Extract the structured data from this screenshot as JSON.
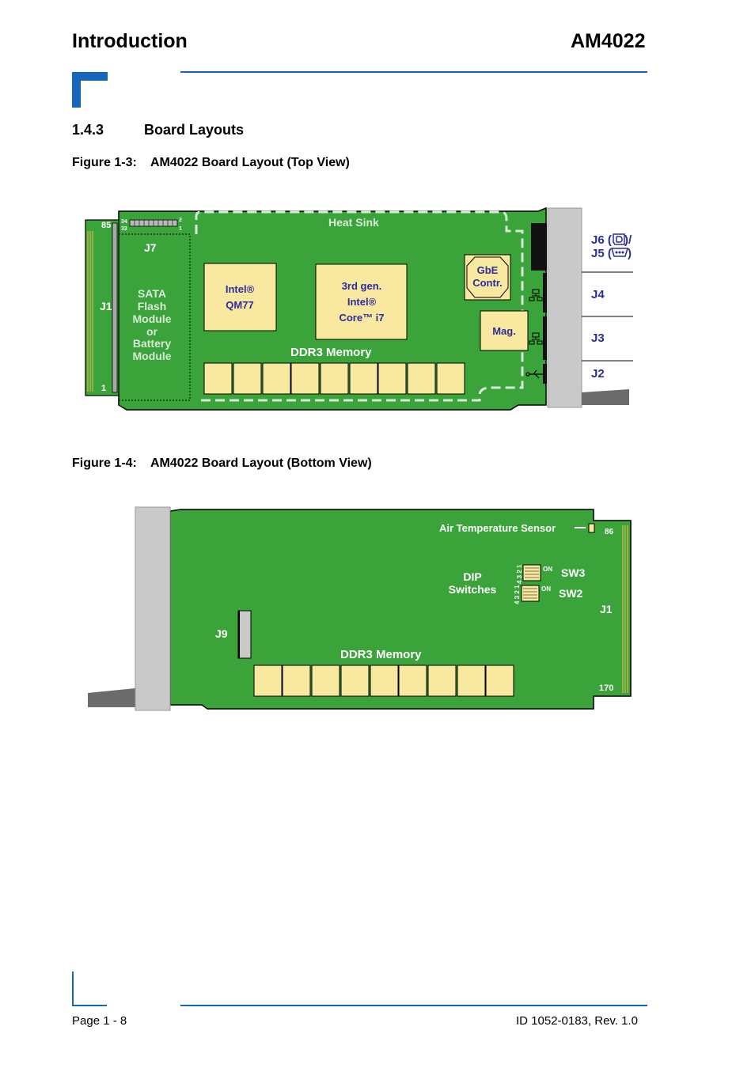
{
  "header": {
    "section": "Introduction",
    "product": "AM4022"
  },
  "section": {
    "number": "1.4.3",
    "title": "Board Layouts"
  },
  "figure_top": {
    "caption": "Figure 1-3:    AM4022 Board Layout (Top View)",
    "pins": {
      "p85": "85",
      "p34": "34",
      "p33": "33",
      "p2": "2",
      "p1a": "1",
      "p1b": "1"
    },
    "labels": {
      "heat_sink": "Heat Sink",
      "j7": "J7",
      "j1": "J1",
      "sata": [
        "SATA",
        "Flash",
        "Module",
        "or",
        "Battery",
        "Module"
      ],
      "intel_chip": [
        "Intel®",
        "QM77"
      ],
      "cpu": [
        "3rd gen.",
        "Intel®",
        "Core™ i7"
      ],
      "gbe": [
        "GbE",
        "Contr."
      ],
      "mag": "Mag.",
      "ddr3": "DDR3 Memory",
      "j6": "J6 (",
      "j6_tail": ")/",
      "j5": "J5 (",
      "j5_tail": ")",
      "j4": "J4",
      "j3": "J3",
      "j2": "J2"
    },
    "colors": {
      "board": "#3aa43a",
      "chip": "#f8e8a0",
      "panel": "#c9c9c9",
      "label": "#2c2c9c",
      "light_text": "#d8ead8"
    }
  },
  "figure_bottom": {
    "caption": "Figure 1-4:    AM4022 Board Layout (Bottom View)",
    "labels": {
      "air_temp": "Air Temperature Sensor",
      "p86": "86",
      "p170": "170",
      "dip": [
        "DIP",
        "Switches"
      ],
      "on1": "ON",
      "on2": "ON",
      "digits": "4 3 2 1",
      "sw3": "SW3",
      "sw2": "SW2",
      "j1": "J1",
      "j9": "J9",
      "ddr3": "DDR3 Memory"
    }
  },
  "footer": {
    "page": "Page 1 - 8",
    "doc_id": "ID 1052-0183, Rev. 1.0"
  }
}
